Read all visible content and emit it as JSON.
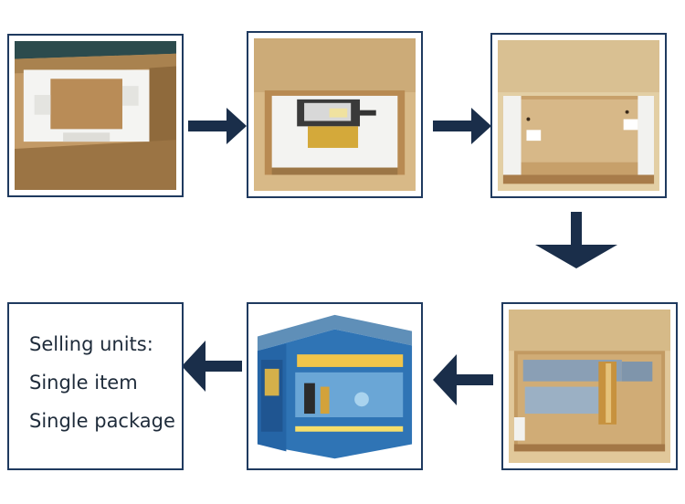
{
  "steps": [
    {
      "description": "empty carton with foam insert",
      "colors": {
        "box": "#b88a52",
        "foam": "#f2f2f0"
      }
    },
    {
      "description": "lock parts placed in foam insert"
    },
    {
      "description": "cardboard tray insert"
    },
    {
      "description": "lock parts in cardboard tray"
    },
    {
      "description": "printed retail box"
    }
  ],
  "selling_info": {
    "line1": "Selling units:",
    "line2": "Single item",
    "line3": "Single package"
  },
  "colors": {
    "arrow": "#1a2e4a",
    "frame": "#1f3a5f",
    "text": "#1e2b3a"
  }
}
